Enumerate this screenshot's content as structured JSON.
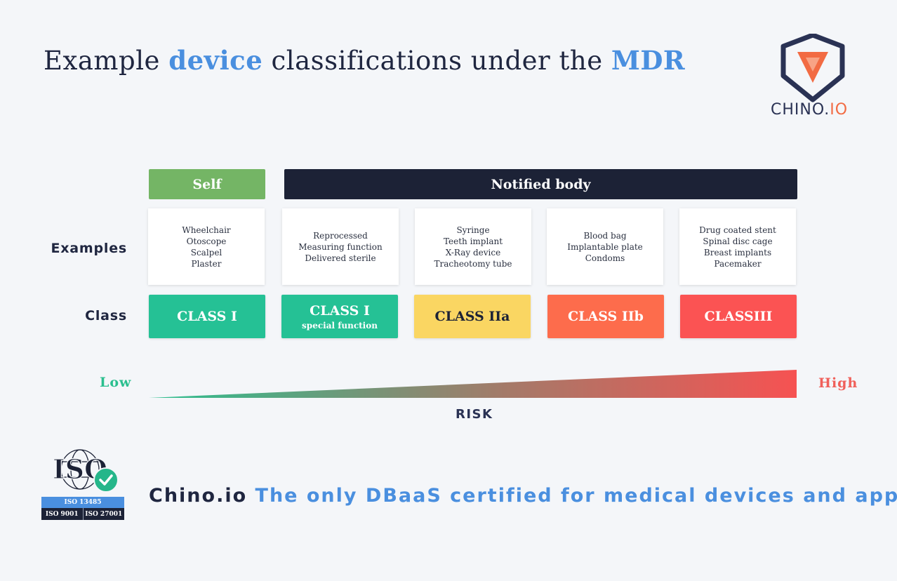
{
  "title": {
    "part1": "Example ",
    "highlight1": "device",
    "part2": " classifications under the ",
    "highlight2": "MDR"
  },
  "logo": {
    "name": "CHINO.",
    "suffix": "IO",
    "icon": "chino-shield-logo"
  },
  "authority": {
    "self": "Self",
    "notified": "Notified body"
  },
  "row_labels": {
    "examples": "Examples",
    "class": "Class"
  },
  "columns": [
    {
      "examples": [
        "Wheelchair",
        "Otoscope",
        "Scalpel",
        "Plaster"
      ],
      "class_label": "CLASS I",
      "class_sub": "",
      "color": "#25c195",
      "text_color": "#ffffff"
    },
    {
      "examples": [
        "Reprocessed",
        "Measuring function",
        "Delivered sterile"
      ],
      "class_label": "CLASS I",
      "class_sub": "special function",
      "color": "#25c195",
      "text_color": "#ffffff"
    },
    {
      "examples": [
        "Syringe",
        "Teeth implant",
        "X-Ray device",
        "Tracheotomy tube"
      ],
      "class_label": "CLASS IIa",
      "class_sub": "",
      "color": "#fad662",
      "text_color": "#1c2236"
    },
    {
      "examples": [
        "Blood bag",
        "Implantable plate",
        "Condoms"
      ],
      "class_label": "CLASS IIb",
      "class_sub": "",
      "color": "#fd6c4c",
      "text_color": "#ffffff"
    },
    {
      "examples": [
        "Drug coated stent",
        "Spinal disc cage",
        "Breast implants",
        "Pacemaker"
      ],
      "class_label": "CLASSIII",
      "class_sub": "",
      "color": "#fb5353",
      "text_color": "#ffffff"
    }
  ],
  "risk": {
    "low": "Low",
    "high": "High",
    "label": "RISK",
    "low_color": "#2bbf8f",
    "high_color": "#f0605a"
  },
  "certification": {
    "badge_text": "ISO",
    "badge_icon": "checkmark-icon",
    "iso_primary": "ISO 13485",
    "iso_secondary": [
      "ISO 9001",
      "ISO 27001"
    ]
  },
  "tagline": {
    "brand": "Chino.io",
    "claim": " The only DBaaS certified for medical devices and apps"
  }
}
